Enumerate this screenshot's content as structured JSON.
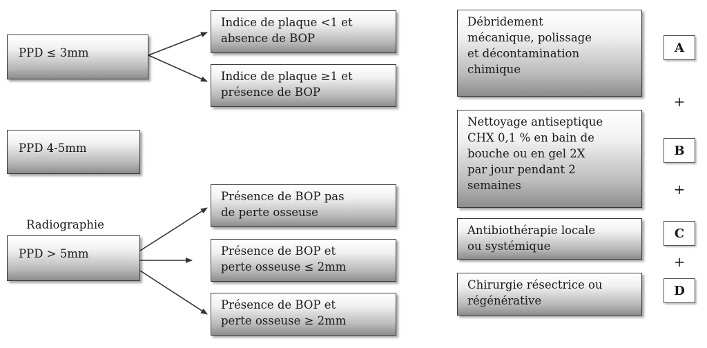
{
  "conditions": {
    "ppd_low": "PPD ≤ 3mm",
    "ppd_mid": "PPD 4-5mm",
    "ppd_high": "PPD > 5mm",
    "radiography_label": "Radiographie"
  },
  "outcomes": {
    "low_1": "Indice de plaque <1 et\nabsence de BOP",
    "low_2": "Indice de plaque ≥1 et\nprésence de BOP",
    "high_1": "Présence de BOP pas\nde perte osseuse",
    "high_2": "Présence de BOP et\nperte osseuse ≤ 2mm",
    "high_3": "Présence de BOP et\nperte osseuse ≥ 2mm"
  },
  "treatments": [
    {
      "text": "Débridement\nmécanique, polissage\net décontamination\nchimique",
      "letter": "A"
    },
    {
      "text": "Nettoyage antiseptique\nCHX 0,1 % en bain de\nbouche ou en gel 2X\npar jour pendant 2\nsemaines",
      "letter": "B"
    },
    {
      "text": "Antibiothérapie locale\nou systémique",
      "letter": "C"
    },
    {
      "text": "Chirurgie résectrice ou\nrégénérative",
      "letter": "D"
    }
  ],
  "plus_sign": "+"
}
